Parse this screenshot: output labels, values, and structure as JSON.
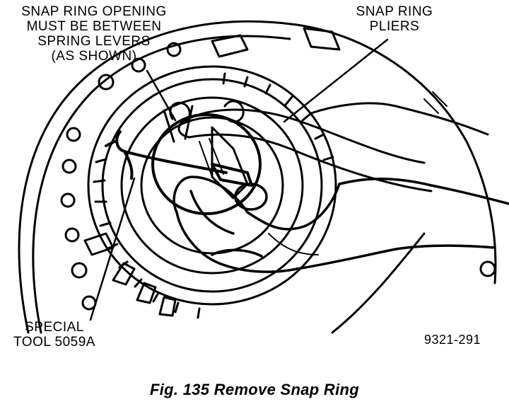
{
  "callouts": {
    "snap_ring_opening": "SNAP RING OPENING\nMUST BE BETWEEN\nSPRING LEVERS\n(AS SHOWN)",
    "snap_ring_pliers": "SNAP RING\nPLIERS",
    "special_tool": "SPECIAL\nTOOL 5059A"
  },
  "figure_code": "9321-291",
  "caption": "Fig. 135 Remove Snap Ring"
}
